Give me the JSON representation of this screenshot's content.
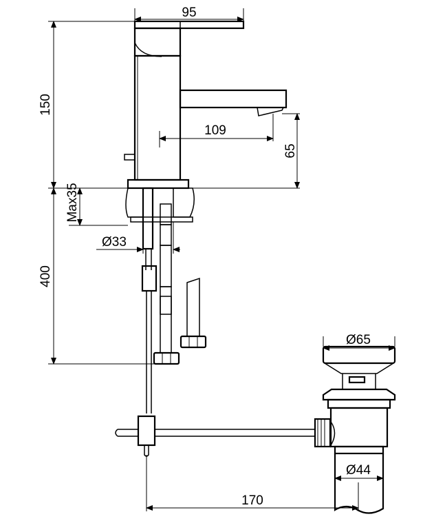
{
  "drawing": {
    "dimensions": {
      "top_width": "95",
      "total_height": "150",
      "spout_reach": "109",
      "spout_height": "65",
      "max_thickness": "Max35",
      "hole_diameter": "Ø33",
      "hose_length": "400",
      "waste_cap_diameter": "Ø65",
      "waste_body_diameter": "Ø44",
      "rod_length": "170"
    },
    "colors": {
      "line": "#000000",
      "background": "#ffffff"
    }
  }
}
